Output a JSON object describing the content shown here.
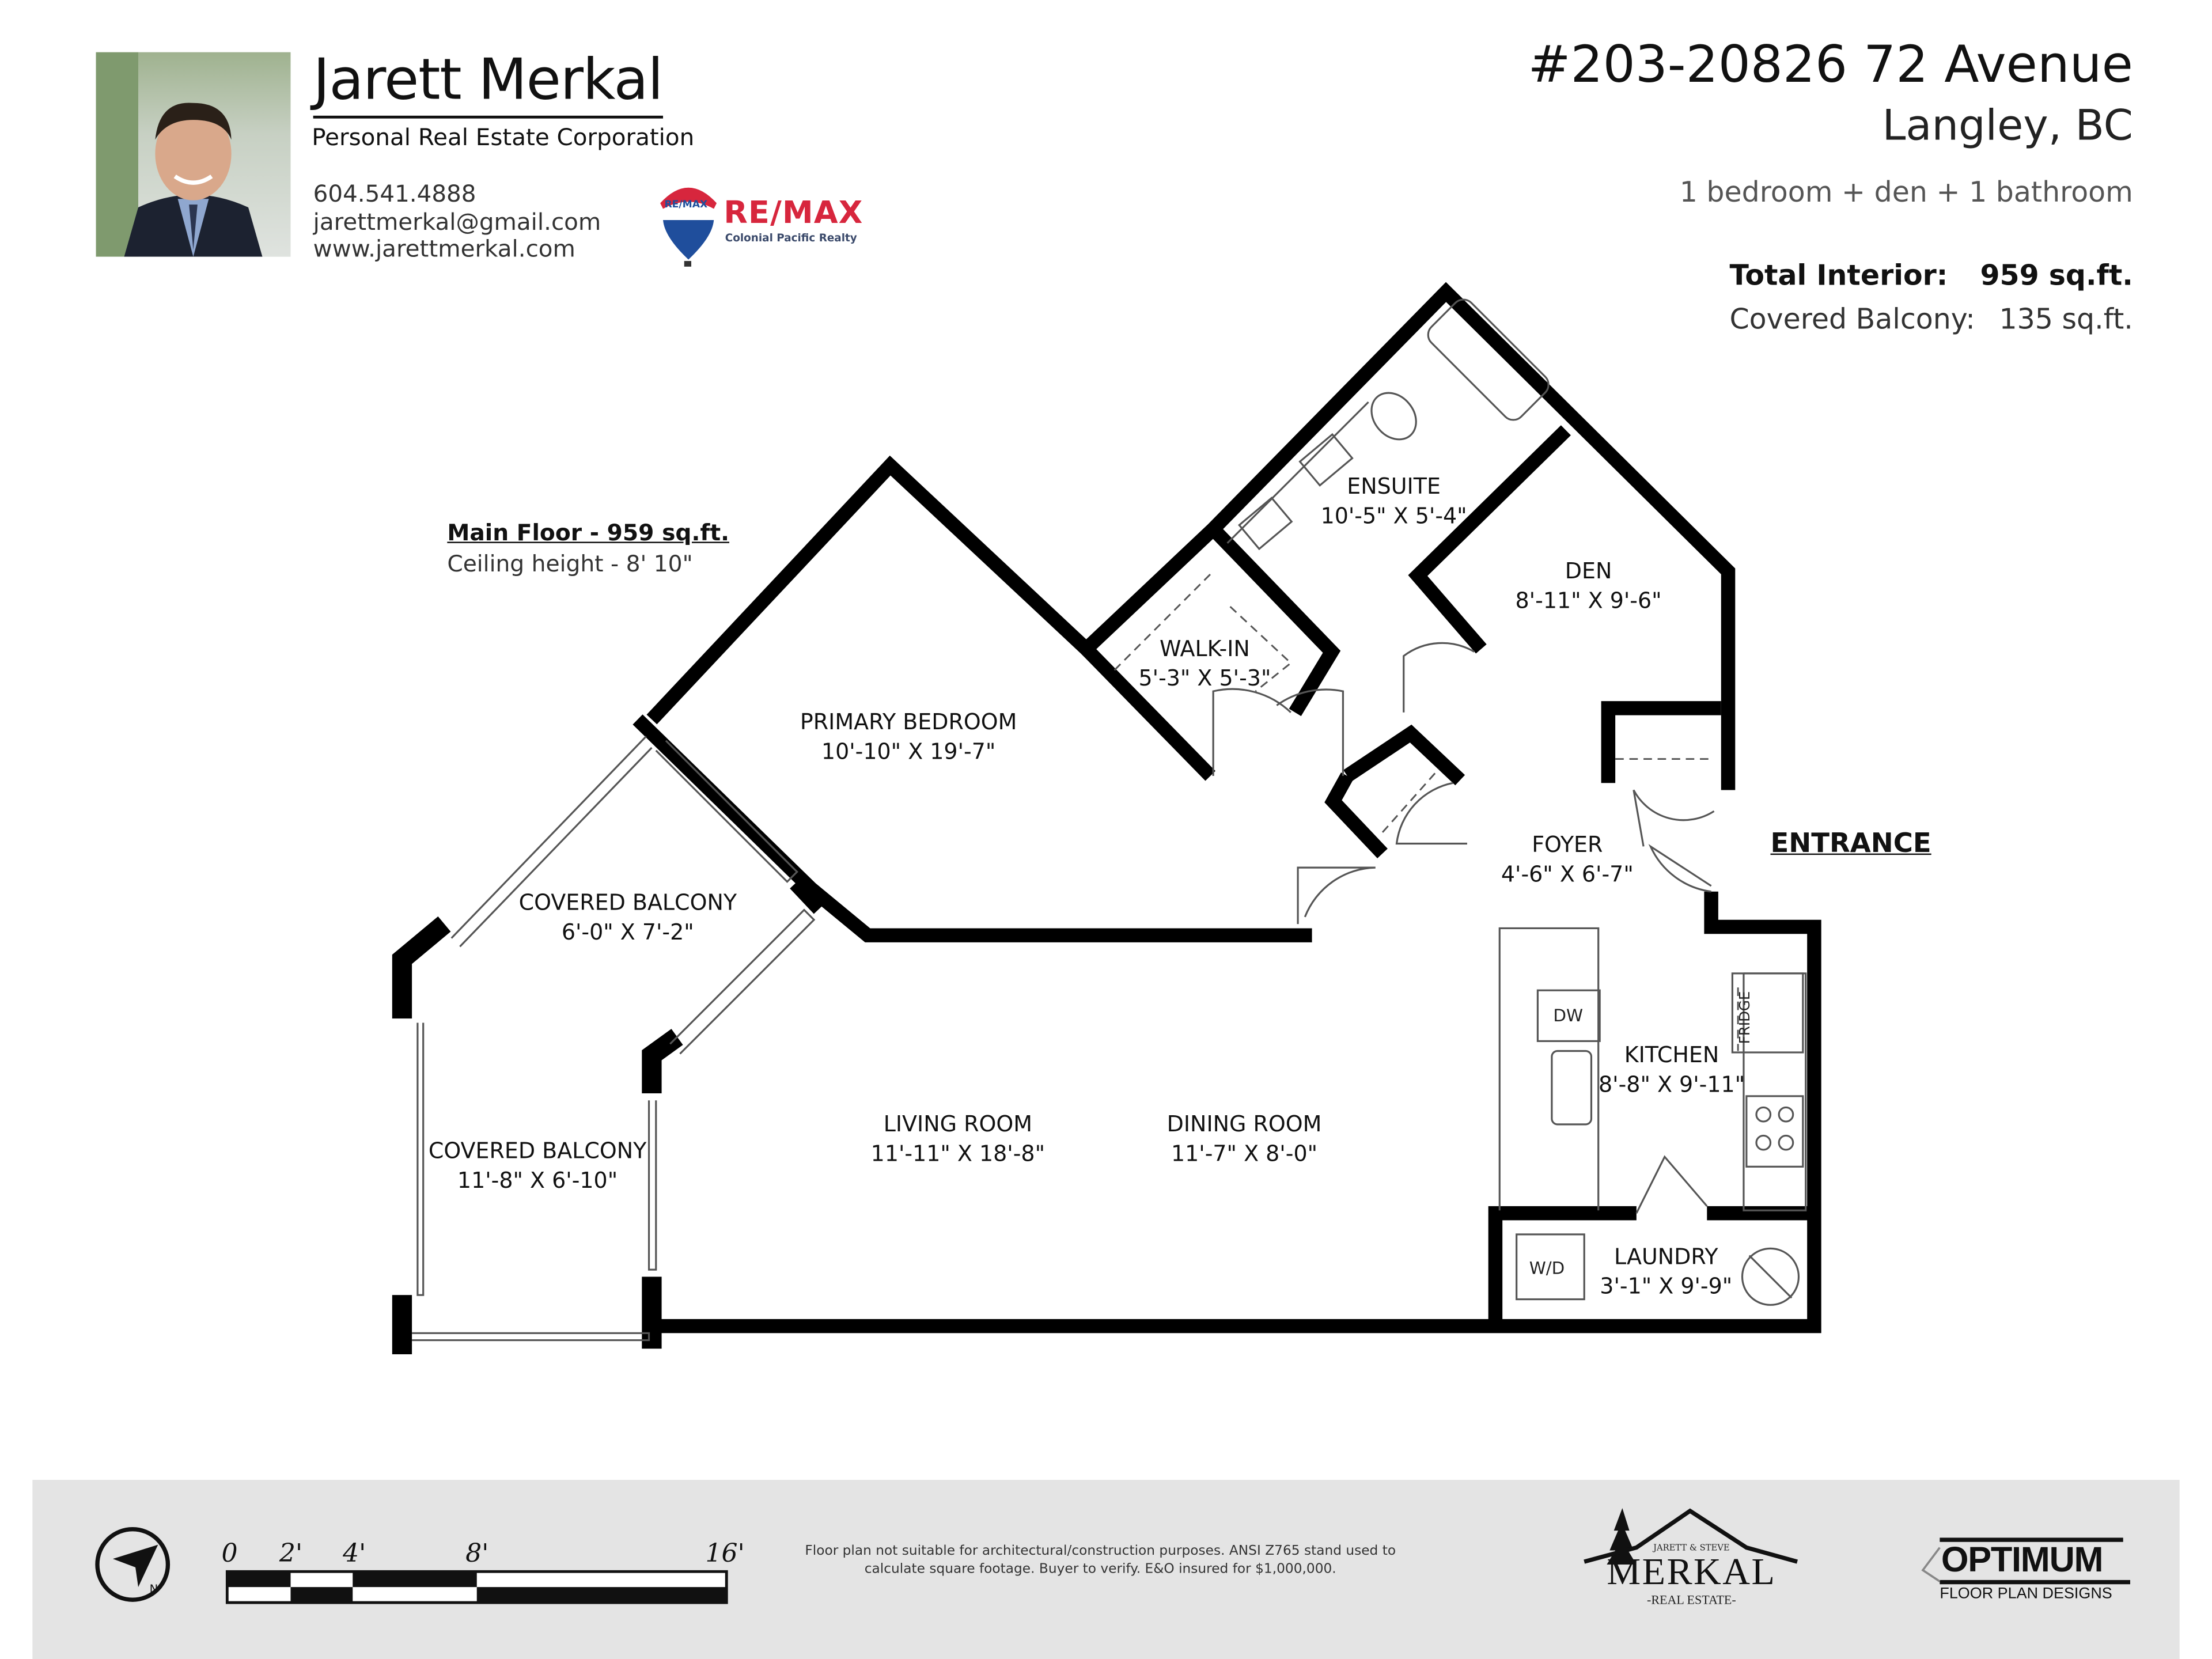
{
  "agent": {
    "name": "Jarett Merkal",
    "corporation": "Personal Real Estate Corporation",
    "phone": "604.541.4888",
    "email": "jarettmerkal@gmail.com",
    "website": "www.jarettmerkal.com",
    "brokerage_logo": {
      "brand": "RE/MAX",
      "subtitle": "Colonial Pacific Realty",
      "balloon_text": "RE/MAX"
    }
  },
  "listing": {
    "address": "#203-20826 72 Avenue",
    "city": "Langley, BC",
    "summary": "1 bedroom + den + 1 bathroom",
    "total_interior_label": "Total Interior:",
    "total_interior_value": "959 sq.ft.",
    "balcony_label": "Covered Balcony:",
    "balcony_value": "135 sq.ft."
  },
  "floor": {
    "title": "Main Floor - 959 sq.ft.",
    "ceiling": "Ceiling height - 8' 10\"",
    "entrance_label": "ENTRANCE",
    "rooms": [
      {
        "name": "ENSUITE",
        "dims": "10'-5\" X 5'-4\""
      },
      {
        "name": "DEN",
        "dims": "8'-11\" X 9'-6\""
      },
      {
        "name": "WALK-IN",
        "dims": "5'-3\" X 5'-3\""
      },
      {
        "name": "PRIMARY BEDROOM",
        "dims": "10'-10\" X 19'-7\""
      },
      {
        "name": "FOYER",
        "dims": "4'-6\" X 6'-7\""
      },
      {
        "name": "COVERED BALCONY",
        "dims": "6'-0\" X 7'-2\""
      },
      {
        "name": "COVERED BALCONY",
        "dims": "11'-8\" X 6'-10\""
      },
      {
        "name": "LIVING ROOM",
        "dims": "11'-11\" X 18'-8\""
      },
      {
        "name": "DINING ROOM",
        "dims": "11'-7\" X 8'-0\""
      },
      {
        "name": "KITCHEN",
        "dims": "8'-8\" X 9'-11\""
      },
      {
        "name": "LAUNDRY",
        "dims": "3'-1\" X 9'-9\""
      }
    ],
    "appliances": {
      "dishwasher": "DW",
      "fridge": "FRIDGE",
      "washer_dryer": "W/D"
    }
  },
  "footer": {
    "scale_ticks": [
      "0",
      "2'",
      "4'",
      "8'",
      "16'"
    ],
    "disclaimer_line1": "Floor plan not suitable for architectural/construction purposes. ANSI Z765 stand used to",
    "disclaimer_line2": "calculate square footage. Buyer to verify.  E&O insured for $1,000,000.",
    "merkal_logo": {
      "top": "JARETT & STEVE",
      "main": "MERKAL",
      "bottom": "-REAL ESTATE-"
    },
    "optimum_logo": {
      "main": "OPTIMUM",
      "sub": "FLOOR PLAN DESIGNS"
    }
  },
  "colors": {
    "remax_red": "#d7263d",
    "remax_blue": "#1f4e9c",
    "footer_bg": "#e4e4e4",
    "wall": "#000000"
  }
}
